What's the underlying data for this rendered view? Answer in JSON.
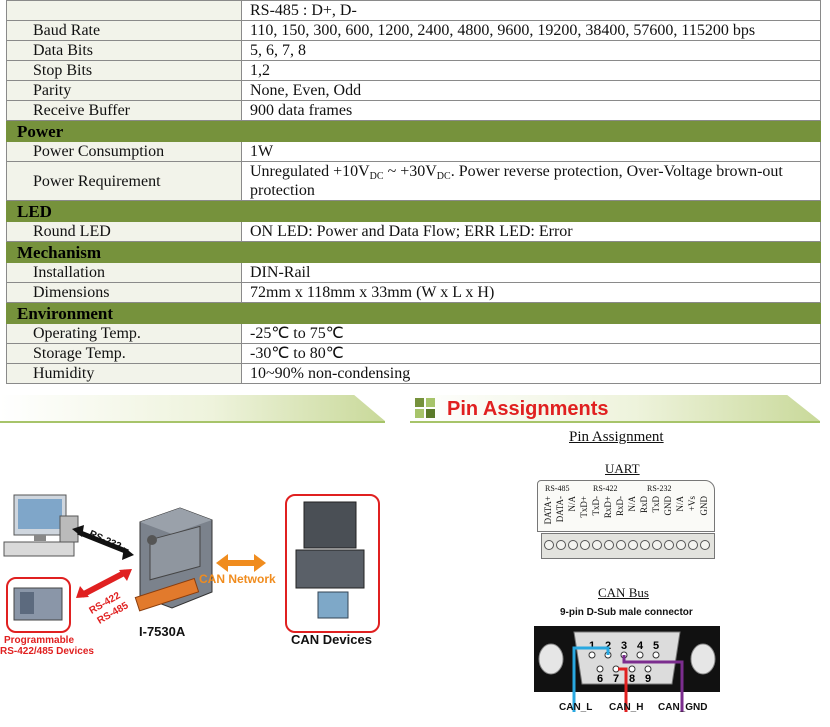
{
  "spec_table": {
    "continuation_value": "RS-485 : D+, D-",
    "rows_comm": [
      {
        "key": "Baud Rate",
        "value": "110, 150, 300, 600, 1200, 2400, 4800, 9600, 19200, 38400, 57600, 115200 bps"
      },
      {
        "key": "Data Bits",
        "value": "5, 6, 7, 8"
      },
      {
        "key": "Stop Bits",
        "value": "1,2"
      },
      {
        "key": "Parity",
        "value": "None, Even, Odd"
      },
      {
        "key": "Receive Buffer",
        "value": "900 data frames"
      }
    ],
    "power": {
      "title": "Power",
      "consumption_key": "Power Consumption",
      "consumption_value": "1W",
      "requirement_key": "Power Requirement",
      "req_a": "Unregulated +10V",
      "req_sub": "DC",
      "req_b": " ~ +30V",
      "req_sub2": "DC",
      "req_c": ". Power reverse protection, Over-Voltage brown-out protection"
    },
    "led": {
      "title": "LED",
      "key": "Round LED",
      "value": "ON LED: Power and Data Flow; ERR LED: Error"
    },
    "mechanism": {
      "title": "Mechanism",
      "rows": [
        {
          "key": "Installation",
          "value": "DIN-Rail"
        },
        {
          "key": "Dimensions",
          "value": "72mm x 118mm x 33mm (W x L x H)"
        }
      ]
    },
    "environment": {
      "title": "Environment",
      "rows": [
        {
          "key": "Operating Temp.",
          "value": "-25℃ to 75℃"
        },
        {
          "key": "Storage Temp.",
          "value": "-30℃ to 80℃"
        },
        {
          "key": "Humidity",
          "value": "10~90% non-condensing"
        }
      ]
    }
  },
  "pin_section": {
    "heading": "Pin Assignments",
    "subheading": "Pin Assignment",
    "uart_label": "UART",
    "group_rs485": "RS-485",
    "group_rs422": "RS-422",
    "group_rs232": "RS-232",
    "uart_pins": [
      "DATA+",
      "DATA-",
      "N/A",
      "TxD+",
      "TxD-",
      "RxD+",
      "RxD-",
      "N/A",
      "RxD",
      "TxD",
      "GND",
      "N/A",
      "+Vs",
      "GND"
    ],
    "can_bus_label": "CAN Bus",
    "connector_label": "9-pin D-Sub male connector",
    "dsub_top": [
      "1",
      "2",
      "3",
      "4",
      "5"
    ],
    "dsub_bottom": [
      "6",
      "7",
      "8",
      "9"
    ],
    "can_signals": [
      "CAN_L",
      "CAN_H",
      "CAN_GND"
    ]
  },
  "diagram": {
    "rs232": "RS-232",
    "rs422": "RS-422",
    "rs485": "RS-485",
    "can_network": "CAN Network",
    "device_name": "I-7530A",
    "can_devices": "CAN Devices",
    "programmable_line1": "Programmable",
    "programmable_line2": "RS-422/485 Devices"
  },
  "colors": {
    "section_green": "#76923c",
    "heading_red": "#e02020",
    "arrow_orange": "#f08c1e",
    "can_l_blue": "#29a8e0",
    "can_h_red": "#e02020",
    "can_gnd_purple": "#7b2d8e"
  }
}
